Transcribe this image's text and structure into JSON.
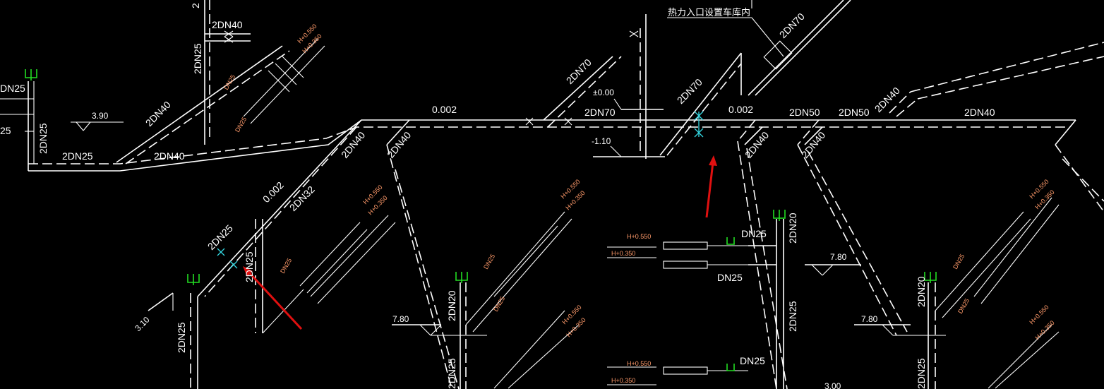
{
  "labels": {
    "l_2dn40_top": "2DN40",
    "l_2_top": "2",
    "l_2dn25_v1": "2DN25",
    "l_dn25_left": "DN25",
    "l_25_left": "25",
    "l_2dn25_v2": "2DN25",
    "l_390": "3.90",
    "l_2dn40_diag1": "2DN40",
    "l_2dn25_h": "2DN25",
    "l_2dn40_h": "2DN40",
    "l_0002_a": "0.002",
    "l_2dn70_diag": "2DN70",
    "l_000": "±0.00",
    "l_2dn70_h": "2DN70",
    "l_2dn70_diag2": "2DN70",
    "l_0002_b": "0.002",
    "l_2dn50_a": "2DN50",
    "l_2dn50_b": "2DN50",
    "l_2dn40_diag2": "2DN40",
    "l_2dn40_right": "2DN40",
    "l_2dn70_top": "2DN70",
    "l_neg110": "-1.10",
    "l_2dn40_d3": "2DN40",
    "l_2dn40_d4": "2DN40",
    "l_2dn40_d5": "2DN40",
    "l_2dn40_d6": "2DN40",
    "l_0002_c": "0.002",
    "l_2dn32": "2DN32",
    "l_2dn25_d7": "2DN25",
    "l_2dn25_v3": "2DN25",
    "l_310": "3.10",
    "l_2dn25_v4": "2DN25",
    "l_2dn20_a": "2DN20",
    "l_780_a": "7.80",
    "l_2dn25_bottom": "2DN25",
    "l_dn25_mid1": "DN25",
    "l_dn25_mid2": "DN25",
    "l_2dn20_b": "2DN20",
    "l_780_b": "7.80",
    "l_2dn25_v5": "2DN25",
    "l_dn25_mid3": "DN25",
    "l_2dn20_c": "2DN20",
    "l_780_c": "7.80",
    "l_2dn25_v6": "2DN25",
    "l_300": "3.00",
    "note_cn": "热力入口设置车库内"
  },
  "orange_labels": {
    "h550": "H+0.550",
    "h350": "H+0.350",
    "dn25": "DN25",
    "dn25_b": "DN25"
  },
  "colors": {
    "background": "#000000",
    "pipe": "#ffffff",
    "annotation": "#ff9a6a",
    "fixture": "#22dd22",
    "marker": "#33d6e0",
    "arrow": "#e01010"
  }
}
